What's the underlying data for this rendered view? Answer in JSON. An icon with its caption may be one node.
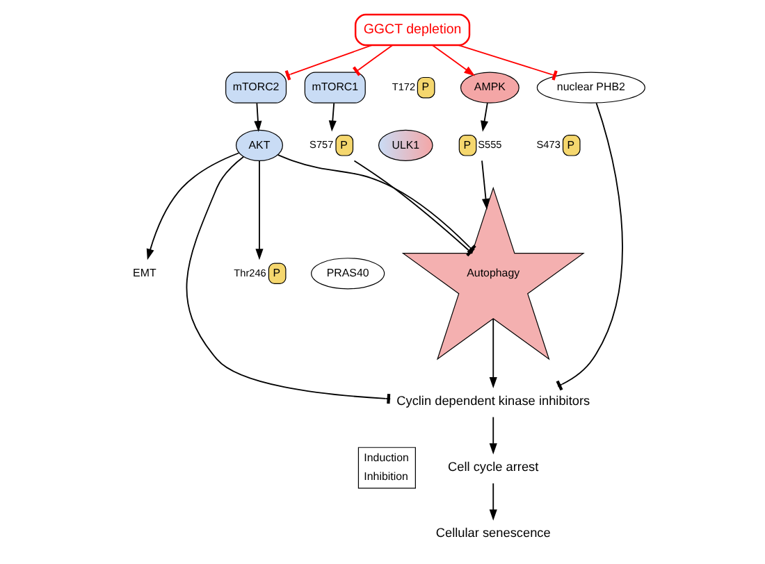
{
  "diagram": {
    "nodes": [
      {
        "text": [
          "GGCT depletion"
        ]
      },
      {
        "text": [
          "mTORC2"
        ]
      },
      {
        "text": [
          "mTORC1"
        ]
      },
      {
        "text": [
          "AMPK"
        ]
      },
      {
        "text": [
          "P"
        ],
        "beside": [
          "T172"
        ]
      },
      {
        "text": [
          "nuclear PHB2"
        ]
      },
      {
        "text": [
          "AKT"
        ]
      },
      {
        "text": [
          "P"
        ],
        "beside": [
          "S473"
        ]
      },
      {
        "text": [
          "ULK1"
        ]
      },
      {
        "text": [
          "P"
        ],
        "beside": [
          "S757"
        ]
      },
      {
        "text": [
          "P"
        ],
        "beside": [
          "S555"
        ]
      },
      {
        "text": [
          "Autophagy"
        ]
      },
      {
        "text": [
          "P"
        ],
        "beside": [
          "Thr246"
        ]
      },
      {
        "text": [
          "PRAS40"
        ]
      },
      {
        "text": [
          "EMT"
        ]
      },
      {
        "text": [
          "Cyclin dependent kinase inhibitors"
        ]
      },
      {
        "text": [
          "Cell cycle arrest"
        ]
      },
      {
        "text": [
          "Cellular senescence"
        ]
      }
    ],
    "edges": [
      {
        "from": 0,
        "to": 1,
        "arrow": "other",
        "color": "#ff0000"
      },
      {
        "from": 0,
        "to": 2,
        "arrow": "other",
        "color": "#ff0000"
      },
      {
        "from": 0,
        "to": 3,
        "arrow": "to",
        "color": "#ff0000"
      },
      {
        "from": 0,
        "to": 5,
        "arrow": "other",
        "color": "#ff0000"
      },
      {
        "from": 1,
        "to": 6,
        "arrow": "to"
      },
      {
        "from": 2,
        "to": 9,
        "arrow": "to"
      },
      {
        "from": 3,
        "to": 10,
        "arrow": "to"
      },
      {
        "from": 6,
        "to": 12,
        "arrow": "to"
      },
      {
        "from": 6,
        "to": 14,
        "arrow": "to"
      },
      {
        "from": 6,
        "to": 11,
        "arrow": "other"
      },
      {
        "from": 6,
        "to": 15,
        "arrow": "other"
      },
      {
        "from": 9,
        "to": 11,
        "arrow": "other"
      },
      {
        "from": 10,
        "to": 11,
        "arrow": "to"
      },
      {
        "from": 11,
        "to": 15,
        "arrow": "to"
      },
      {
        "from": 5,
        "to": 15,
        "arrow": "other"
      },
      {
        "from": 15,
        "to": 16,
        "arrow": "to"
      },
      {
        "from": 16,
        "to": 17,
        "arrow": "to"
      }
    ],
    "legend": [
      {
        "text": "Induction"
      },
      {
        "text": "Inhibition"
      }
    ]
  }
}
